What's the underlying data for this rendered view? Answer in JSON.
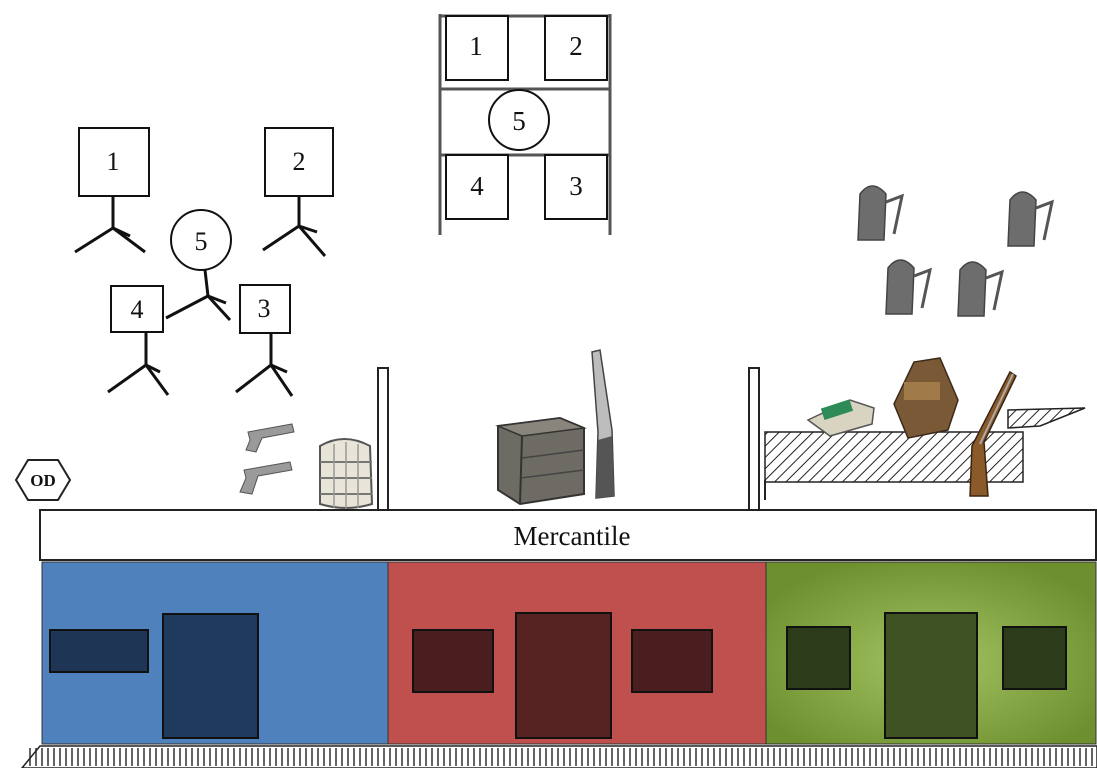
{
  "od_marker": {
    "label": "OD"
  },
  "sign": {
    "text": "Mercantile"
  },
  "stage_left_targets": {
    "labels": [
      "1",
      "2",
      "5",
      "4",
      "3"
    ]
  },
  "stage_top_layout": {
    "labels": [
      "1",
      "2",
      "5",
      "4",
      "3"
    ]
  },
  "building": {
    "sections": [
      {
        "name": "blue",
        "color": "#4f81bd"
      },
      {
        "name": "red",
        "color": "#c0504d"
      },
      {
        "name": "green",
        "color": "#7d9d3b"
      }
    ]
  },
  "icons": [
    "revolver-icon",
    "barrel-icon",
    "crate-icon",
    "shotgun-icon",
    "cash-register-icon",
    "rifle-icon",
    "steel-plate-target-icon"
  ]
}
